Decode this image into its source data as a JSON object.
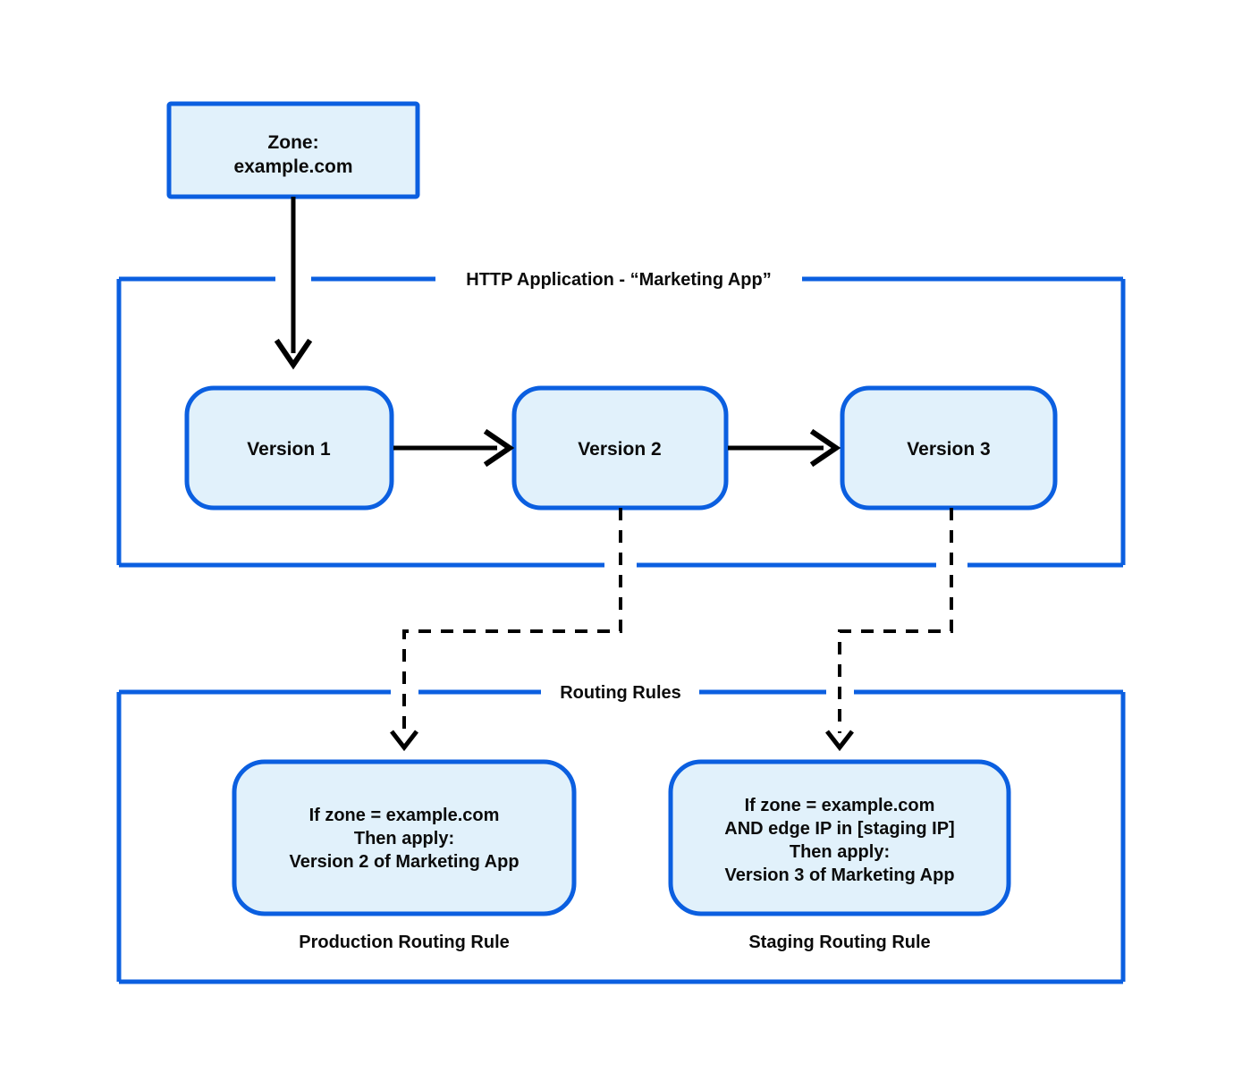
{
  "diagram": {
    "colors": {
      "node_fill": "#e1f1fb",
      "node_border": "#0b5fe0",
      "container_border": "#0b5fe0",
      "connector": "#000000",
      "text": "#0b0b0b",
      "background": "#ffffff"
    },
    "zone_node": {
      "line1": "Zone:",
      "line2": "example.com"
    },
    "app_container": {
      "title": "HTTP Application - “Marketing App”",
      "versions": [
        {
          "label": "Version 1"
        },
        {
          "label": "Version 2"
        },
        {
          "label": "Version 3"
        }
      ]
    },
    "routing_container": {
      "title": "Routing Rules",
      "rules": [
        {
          "caption": "Production Routing Rule",
          "lines": [
            "If zone = example.com",
            "Then apply:",
            "Version 2 of Marketing App"
          ]
        },
        {
          "caption": "Staging Routing Rule",
          "lines": [
            "If zone = example.com",
            "AND edge IP in [staging IP]",
            "Then apply:",
            "Version 3 of Marketing App"
          ]
        }
      ]
    }
  }
}
